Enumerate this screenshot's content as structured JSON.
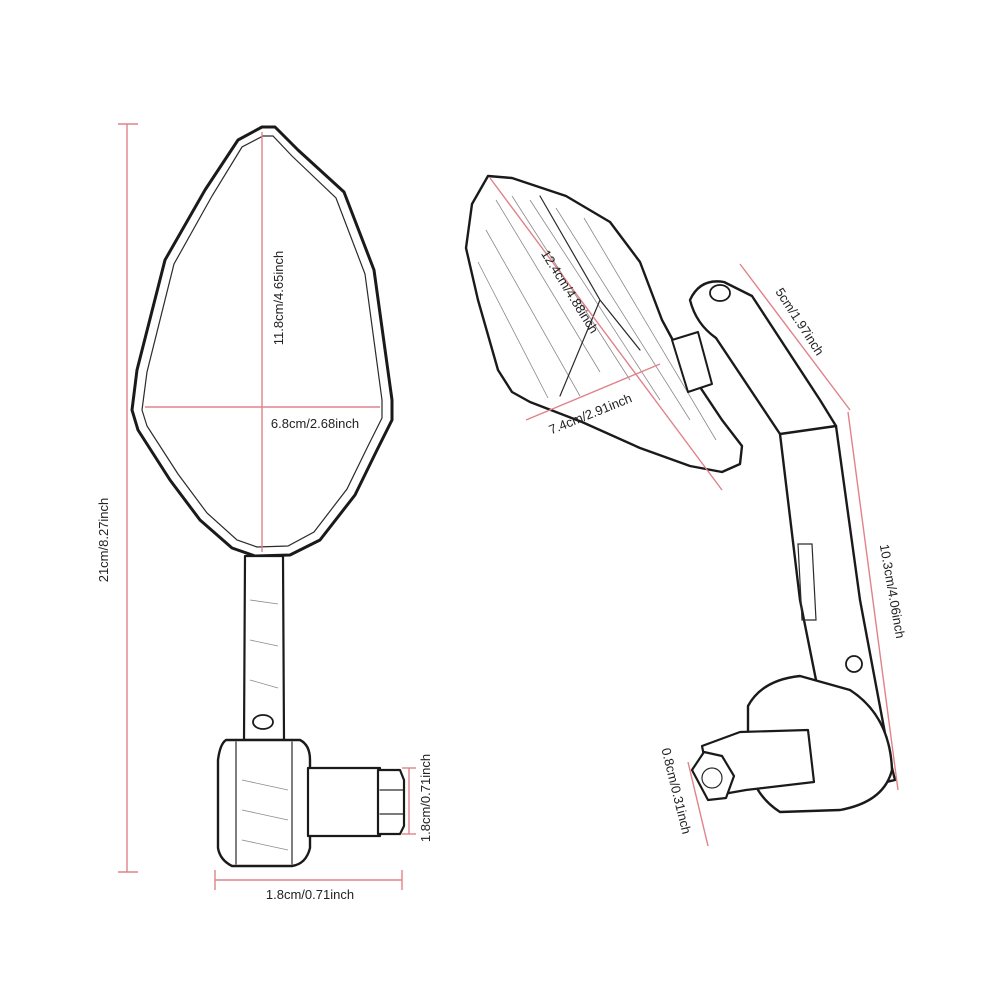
{
  "colors": {
    "dimension_line": "#e0828a",
    "outline": "#1a1a1a",
    "background": "#ffffff"
  },
  "left_view": {
    "total_length": "21cm/8.27inch",
    "mirror_height": "11.8cm/4.65inch",
    "mirror_width": "6.8cm/2.68inch",
    "end_diameter": "1.8cm/0.71inch",
    "clamp_width": "1.8cm/0.71inch"
  },
  "right_view": {
    "mirror_length": "12.4cm/4.88inch",
    "mirror_width": "7.4cm/2.91inch",
    "upper_arm": "5cm/1.97inch",
    "lower_arm": "10.3cm/4.06inch",
    "bolt": "0.8cm/0.31inch"
  }
}
